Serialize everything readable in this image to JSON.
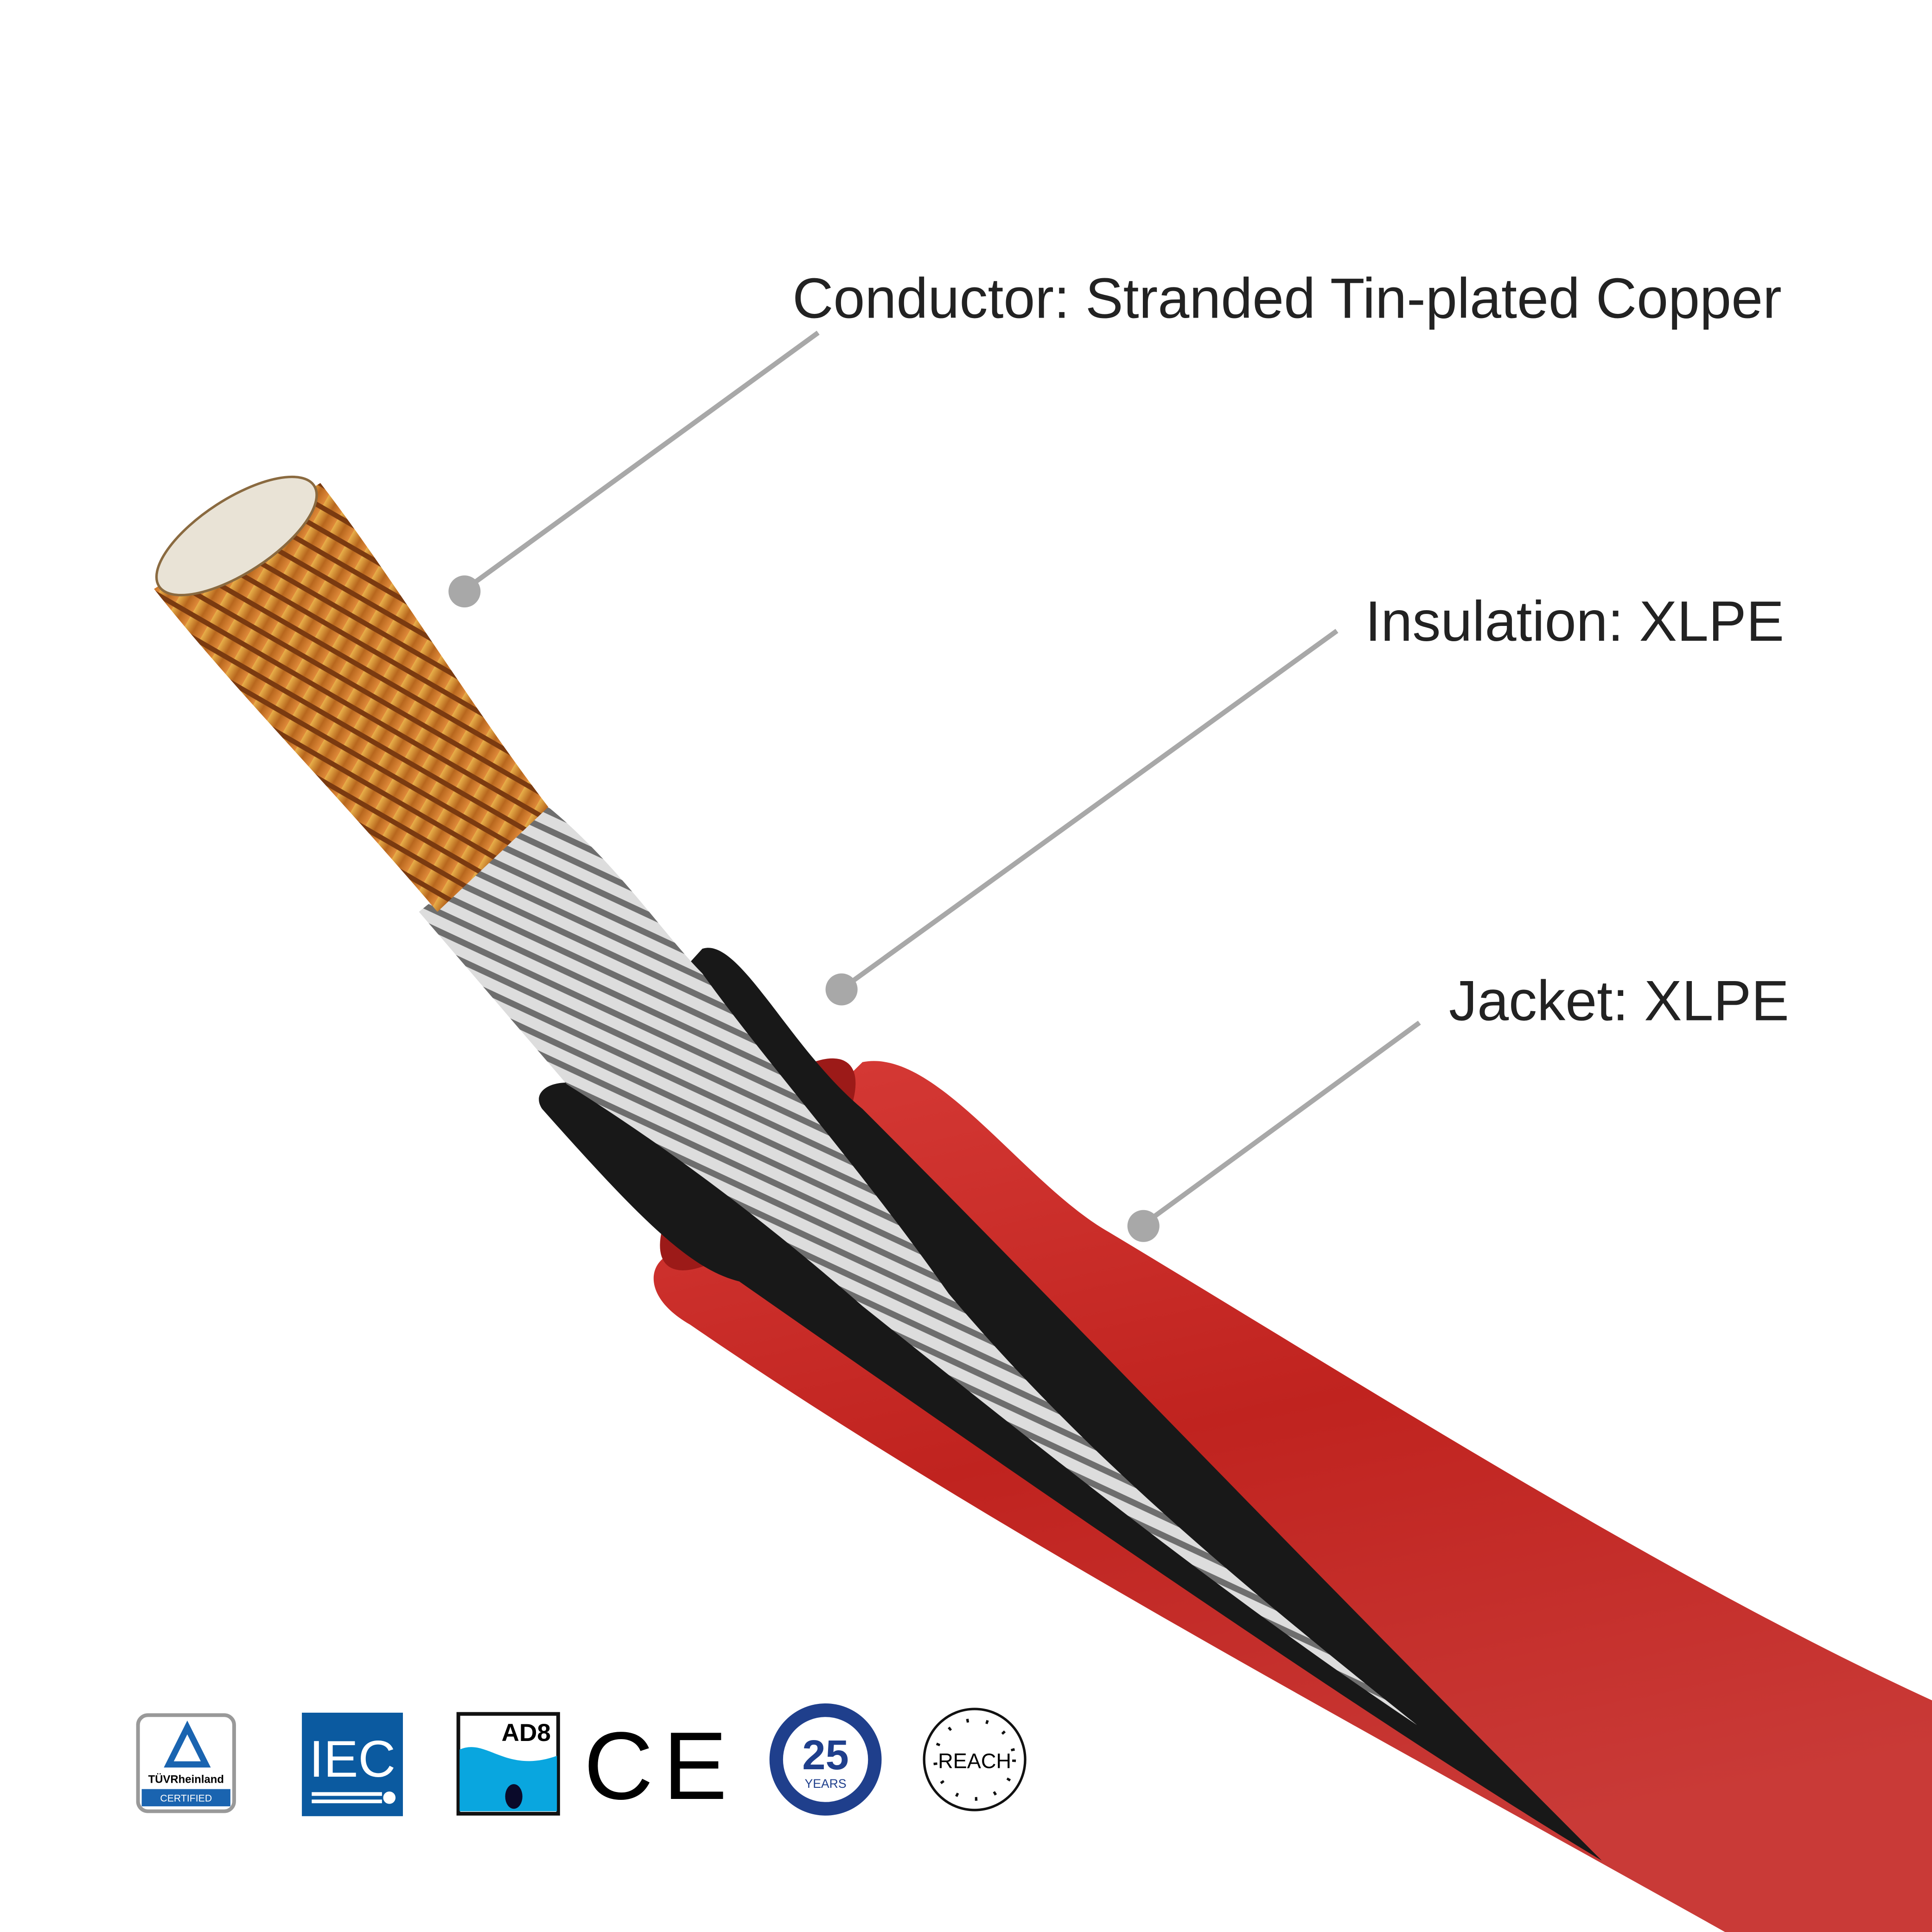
{
  "callouts": [
    {
      "label": "Conductor: Stranded Tin-plated Copper"
    },
    {
      "label": "Insulation: XLPE"
    },
    {
      "label": "Jacket: XLPE"
    }
  ],
  "certifications": {
    "tuv": {
      "name": "TÜVRheinland",
      "sub": "CERTIFIED"
    },
    "iec": {
      "name": "IEC"
    },
    "ad8": {
      "name": "AD8"
    },
    "ce": {
      "name": "CE"
    },
    "warranty": {
      "number": "25",
      "unit": "YEARS"
    },
    "reach": {
      "name": "REACH"
    }
  },
  "colors": {
    "jacket": "#c8282a",
    "insulation": "#1a1a1a",
    "copper": "#c87a2a",
    "leader": "#a8a8a8",
    "iec_blue": "#0b5aa0",
    "warranty_blue": "#1f3f8c"
  }
}
